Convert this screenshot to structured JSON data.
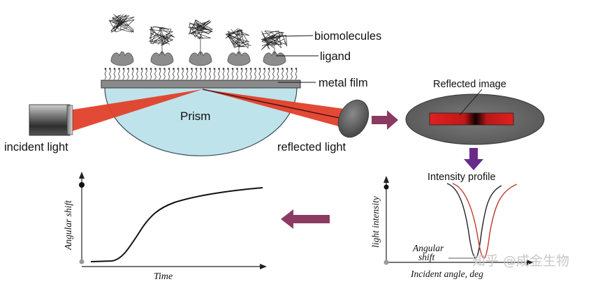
{
  "labels": {
    "biomolecules": "biomolecules",
    "ligand": "ligand",
    "metal_film": "metal film",
    "prism": "Prism",
    "incident_light": "incident light",
    "reflected_light": "reflected light",
    "reflected_image": "Reflected image",
    "intensity_profile": "Intensity profile",
    "light_intensity_axis": "light intensity",
    "incident_angle_axis": "Incident angle, deg",
    "angular_shift_a": "Angular",
    "angular_shift_b": "shift",
    "sensorgram_y_axis": "Angular shift",
    "sensorgram_x_axis": "Time"
  },
  "watermark": "知乎 @成金生物",
  "colors": {
    "prism_fill": "#bfe3ea",
    "metal_film": "#8a8a8a",
    "beam_red": "#e0402a",
    "flow_arrow": "#8b3a62",
    "ligand_gray": "#8c8c8c",
    "detector_dark": "#555555"
  }
}
